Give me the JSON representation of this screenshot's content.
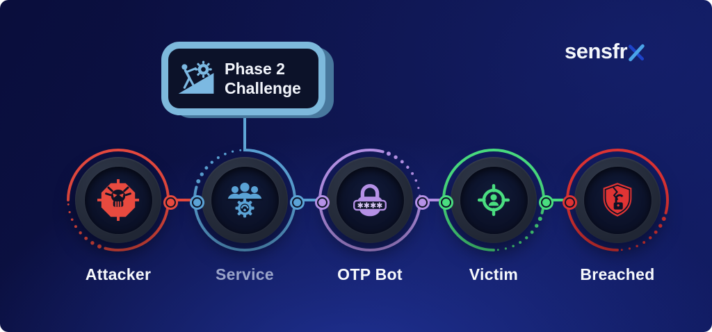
{
  "brand": {
    "logo_prefix": "sensfr",
    "logo_full": "sensfrx",
    "logo_x_color": "#4aa3e8",
    "logo_x_dark_color": "#1d43c9"
  },
  "callout": {
    "title_line1": "Phase 2",
    "title_line2": "Challenge",
    "icon": "uphill-gear-icon",
    "bubble_color": "#7db9dc",
    "panel_color": "#0c1229",
    "icon_color": "#7cb9e2"
  },
  "nodes": [
    {
      "id": "attacker",
      "label": "Attacker",
      "color": "#e84a3f",
      "label_color": "#f7f9fc",
      "icon": "malware-skull-icon",
      "ring_gap": "bottom-left"
    },
    {
      "id": "service",
      "label": "Service",
      "color": "#5ba3d6",
      "label_color": "#9aa4c9",
      "icon": "team-gear-icon",
      "ring_gap": "top-left"
    },
    {
      "id": "otp-bot",
      "label": "OTP Bot",
      "color": "#b591e6",
      "label_color": "#f7f9fc",
      "icon": "password-lock-icon",
      "ring_gap": "top-right"
    },
    {
      "id": "victim",
      "label": "Victim",
      "color": "#4ade80",
      "label_color": "#f7f9fc",
      "icon": "target-person-icon",
      "ring_gap": "bottom-right"
    },
    {
      "id": "breached",
      "label": "Breached",
      "color": "#e03434",
      "label_color": "#f7f9fc",
      "icon": "broken-shield-icon",
      "ring_gap": "bottom-right"
    }
  ],
  "connectors": [
    {
      "from": "attacker",
      "to": "service"
    },
    {
      "from": "service",
      "to": "otp-bot"
    },
    {
      "from": "otp-bot",
      "to": "victim"
    },
    {
      "from": "victim",
      "to": "breached"
    }
  ],
  "colors": {
    "background_dark": "#0a0e3c",
    "background_glow": "#2d48cd",
    "disc_outer": "#242b3b",
    "disc_inner": "#0b1126",
    "drop_line": "#5fa6d6"
  }
}
